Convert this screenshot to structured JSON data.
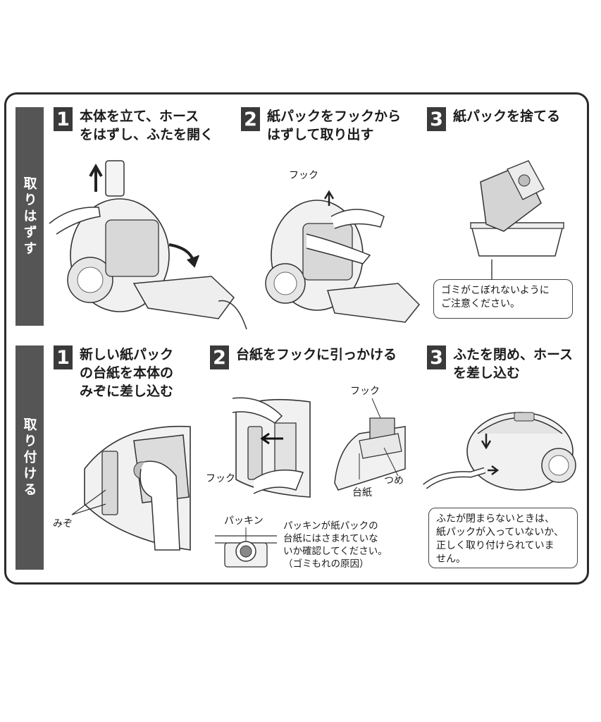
{
  "sections": {
    "removal": {
      "side_label": "取りはずす",
      "steps": [
        {
          "num": "1",
          "title": "本体を立て、ホース\nをはずし、ふたを開く"
        },
        {
          "num": "2",
          "title": "紙パックをフックから\nはずして取り出す",
          "label_hook": "フック"
        },
        {
          "num": "3",
          "title": "紙パックを捨てる",
          "note": "ゴミがこぼれないように\nご注意ください。"
        }
      ]
    },
    "attach": {
      "side_label": "取り付ける",
      "steps": [
        {
          "num": "1",
          "title": "新しい紙パック\nの台紙を本体の\nみぞに差し込む",
          "label_groove": "みぞ"
        },
        {
          "num": "2",
          "title": "台紙をフックに引っかける",
          "label_hook_left": "フック",
          "label_hook_right": "フック",
          "label_claw": "つめ",
          "label_board": "台紙",
          "label_packing": "パッキン",
          "note": "パッキンが紙パックの\n台紙にはさまれていな\nいか確認してください。\n（ゴミもれの原因）"
        },
        {
          "num": "3",
          "title": "ふたを閉め、ホース\nを差し込む",
          "note": "ふたが閉まらないときは、\n紙パックが入っていないか、\n正しく取り付けられていま\nせん。"
        }
      ]
    }
  }
}
